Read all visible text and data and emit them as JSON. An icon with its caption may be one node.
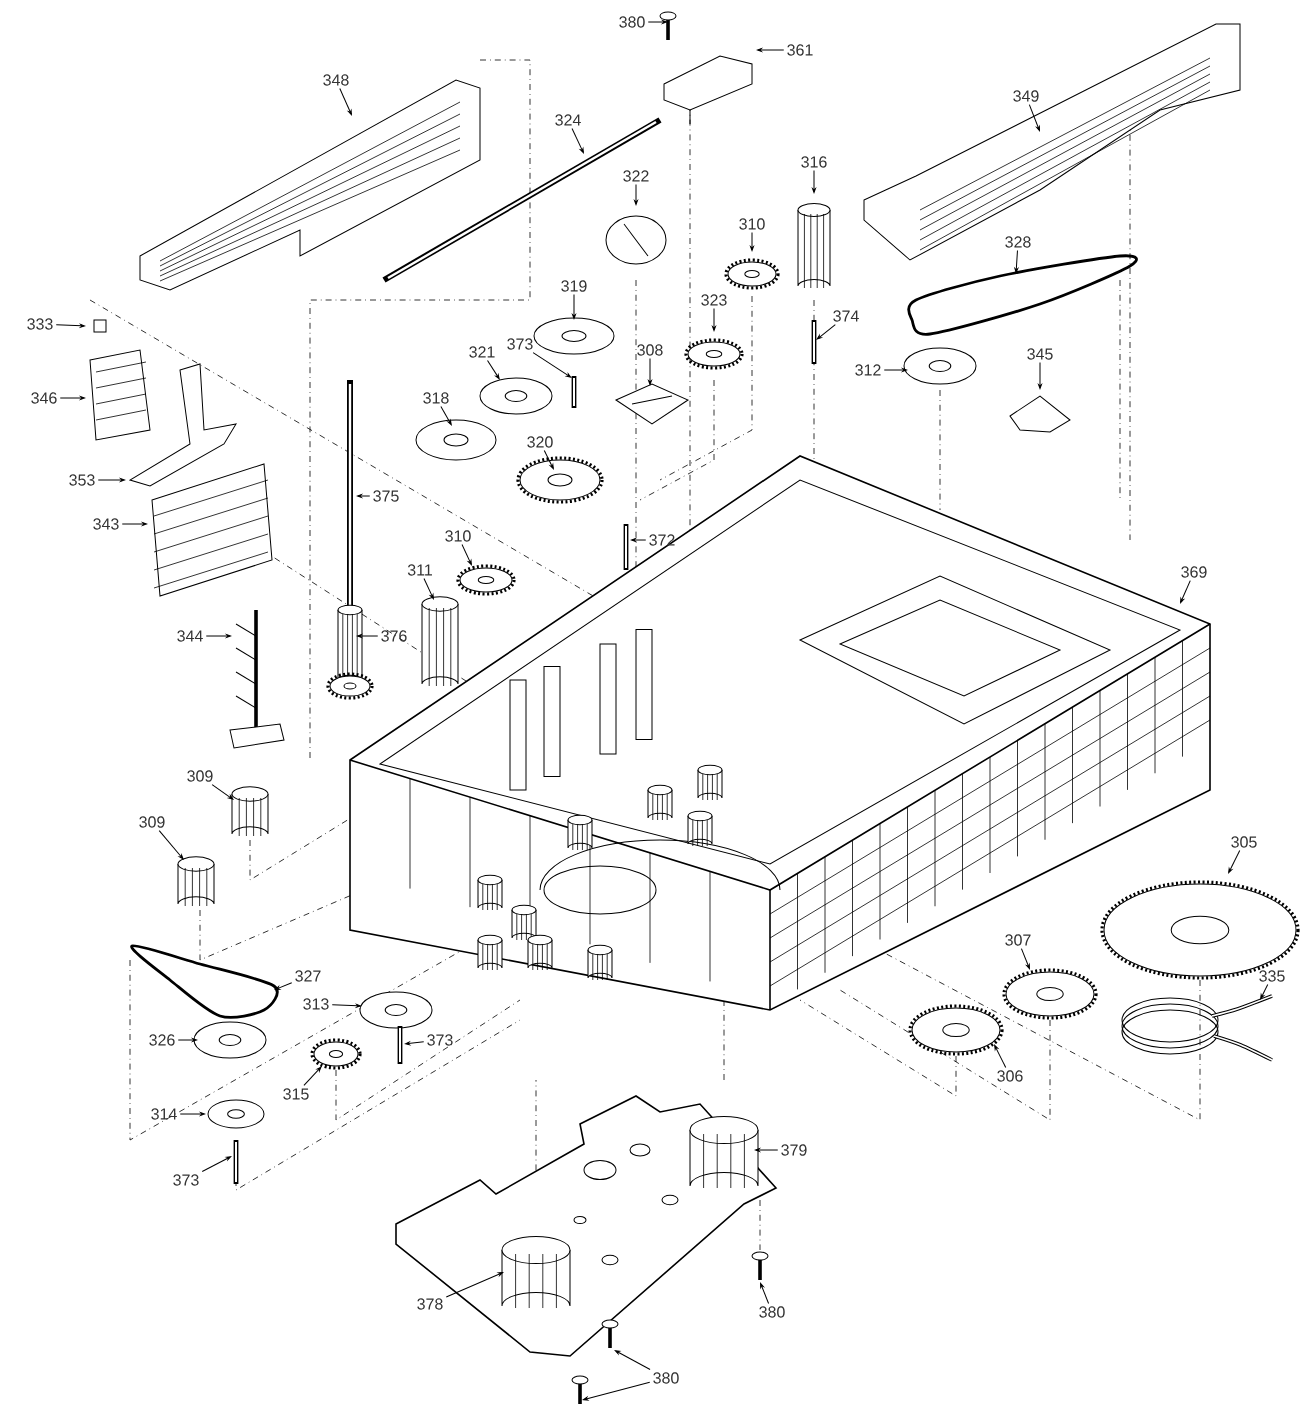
{
  "diagram": {
    "nodes": [
      {
        "text": [
          "380"
        ]
      },
      {
        "text": [
          "361"
        ]
      },
      {
        "text": [
          "348"
        ]
      },
      {
        "text": [
          "349"
        ]
      },
      {
        "text": [
          "324"
        ]
      },
      {
        "text": [
          "322"
        ]
      },
      {
        "text": [
          "316"
        ]
      },
      {
        "text": [
          "310"
        ]
      },
      {
        "text": [
          "328"
        ]
      },
      {
        "text": [
          "319"
        ]
      },
      {
        "text": [
          "323"
        ]
      },
      {
        "text": [
          "374"
        ]
      },
      {
        "text": [
          "333"
        ]
      },
      {
        "text": [
          "373"
        ]
      },
      {
        "text": [
          "321"
        ]
      },
      {
        "text": [
          "308"
        ]
      },
      {
        "text": [
          "312"
        ]
      },
      {
        "text": [
          "345"
        ]
      },
      {
        "text": [
          "346"
        ]
      },
      {
        "text": [
          "318"
        ]
      },
      {
        "text": [
          "320"
        ]
      },
      {
        "text": [
          "353"
        ]
      },
      {
        "text": [
          "375"
        ]
      },
      {
        "text": [
          "343"
        ]
      },
      {
        "text": [
          "372"
        ]
      },
      {
        "text": [
          "310"
        ]
      },
      {
        "text": [
          "311"
        ]
      },
      {
        "text": [
          "369"
        ]
      },
      {
        "text": [
          "344"
        ]
      },
      {
        "text": [
          "376"
        ]
      },
      {
        "text": [
          "309"
        ]
      },
      {
        "text": [
          "309"
        ]
      },
      {
        "text": [
          "305"
        ]
      },
      {
        "text": [
          "327"
        ]
      },
      {
        "text": [
          "307"
        ]
      },
      {
        "text": [
          "335"
        ]
      },
      {
        "text": [
          "313"
        ]
      },
      {
        "text": [
          "326"
        ]
      },
      {
        "text": [
          "373"
        ]
      },
      {
        "text": [
          "315"
        ]
      },
      {
        "text": [
          "306"
        ]
      },
      {
        "text": [
          "379"
        ]
      },
      {
        "text": [
          "314"
        ]
      },
      {
        "text": [
          "373"
        ]
      },
      {
        "text": [
          "378"
        ]
      },
      {
        "text": [
          "380"
        ]
      },
      {
        "text": [
          "380"
        ]
      }
    ],
    "edges": [
      {
        "from": 0,
        "to": null,
        "arrow": "to"
      },
      {
        "from": 1,
        "to": null,
        "arrow": "to"
      },
      {
        "from": 2,
        "to": null,
        "arrow": "to"
      },
      {
        "from": 3,
        "to": null,
        "arrow": "to"
      },
      {
        "from": 4,
        "to": null,
        "arrow": "to"
      },
      {
        "from": 5,
        "to": null,
        "arrow": "to"
      },
      {
        "from": 6,
        "to": null,
        "arrow": "to"
      },
      {
        "from": 7,
        "to": null,
        "arrow": "to"
      },
      {
        "from": 8,
        "to": null,
        "arrow": "to"
      },
      {
        "from": 9,
        "to": null,
        "arrow": "to"
      },
      {
        "from": 10,
        "to": null,
        "arrow": "to"
      },
      {
        "from": 11,
        "to": null,
        "arrow": "to"
      },
      {
        "from": 12,
        "to": null,
        "arrow": "to"
      },
      {
        "from": 13,
        "to": null,
        "arrow": "to"
      },
      {
        "from": 14,
        "to": null,
        "arrow": "to"
      },
      {
        "from": 15,
        "to": null,
        "arrow": "to"
      },
      {
        "from": 16,
        "to": null,
        "arrow": "to"
      },
      {
        "from": 17,
        "to": null,
        "arrow": "to"
      },
      {
        "from": 18,
        "to": null,
        "arrow": "to"
      },
      {
        "from": 19,
        "to": null,
        "arrow": "to"
      },
      {
        "from": 20,
        "to": null,
        "arrow": "to"
      },
      {
        "from": 21,
        "to": null,
        "arrow": "to"
      },
      {
        "from": 22,
        "to": null,
        "arrow": "to"
      },
      {
        "from": 23,
        "to": null,
        "arrow": "to"
      },
      {
        "from": 24,
        "to": null,
        "arrow": "to"
      },
      {
        "from": 25,
        "to": null,
        "arrow": "to"
      },
      {
        "from": 26,
        "to": null,
        "arrow": "to"
      },
      {
        "from": 27,
        "to": null,
        "arrow": "to"
      },
      {
        "from": 28,
        "to": null,
        "arrow": "to"
      },
      {
        "from": 29,
        "to": null,
        "arrow": "to"
      },
      {
        "from": 30,
        "to": null,
        "arrow": "to"
      },
      {
        "from": 31,
        "to": null,
        "arrow": "to"
      },
      {
        "from": 32,
        "to": null,
        "arrow": "to"
      },
      {
        "from": 33,
        "to": null,
        "arrow": "to"
      },
      {
        "from": 34,
        "to": null,
        "arrow": "to"
      },
      {
        "from": 35,
        "to": null,
        "arrow": "to"
      },
      {
        "from": 36,
        "to": null,
        "arrow": "to"
      },
      {
        "from": 37,
        "to": null,
        "arrow": "to"
      },
      {
        "from": 38,
        "to": null,
        "arrow": "to"
      },
      {
        "from": 39,
        "to": null,
        "arrow": "to"
      },
      {
        "from": 40,
        "to": null,
        "arrow": "to"
      },
      {
        "from": 41,
        "to": null,
        "arrow": "to"
      },
      {
        "from": 42,
        "to": null,
        "arrow": "to"
      },
      {
        "from": 43,
        "to": null,
        "arrow": "to"
      },
      {
        "from": 44,
        "to": null,
        "arrow": "to"
      },
      {
        "from": 45,
        "to": null,
        "arrow": "to"
      },
      {
        "from": 46,
        "to": null,
        "arrow": "to"
      },
      {
        "from": 46,
        "to": null,
        "arrow": "to"
      }
    ]
  }
}
